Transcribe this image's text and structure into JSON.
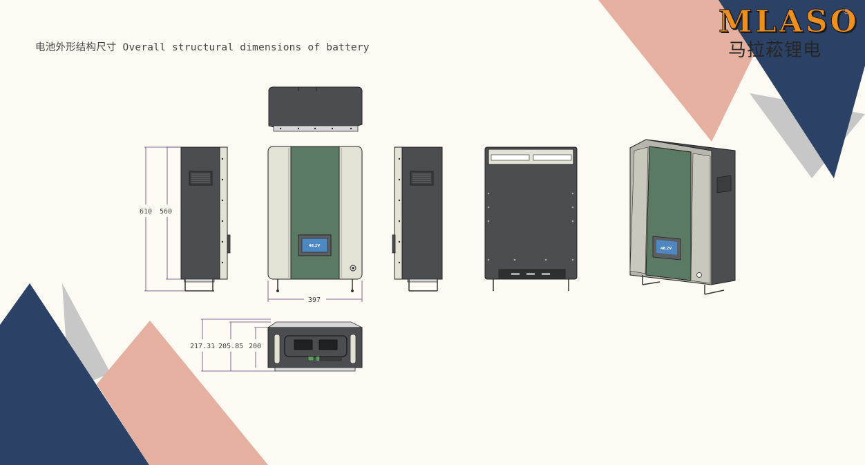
{
  "title": "电池外形结构尺寸 Overall structural dimensions of battery",
  "logo": {
    "brand": "MLASO",
    "registered": "®",
    "chinese": "马拉菘锂电"
  },
  "dimensions": {
    "height_total": "610",
    "height_body": "560",
    "width": "397",
    "depth_total": "217.31",
    "depth_mid": "205.85",
    "depth_body": "200"
  },
  "screen_label": "48.2V",
  "colors": {
    "navy": "#2b4266",
    "salmon": "#e5b09f",
    "gray": "#c7c7c7",
    "panel_green": "#5a7a64",
    "body_dark": "#4b4d50",
    "side_cream": "#e3e2d5",
    "screen_blue": "#4e88c2"
  }
}
